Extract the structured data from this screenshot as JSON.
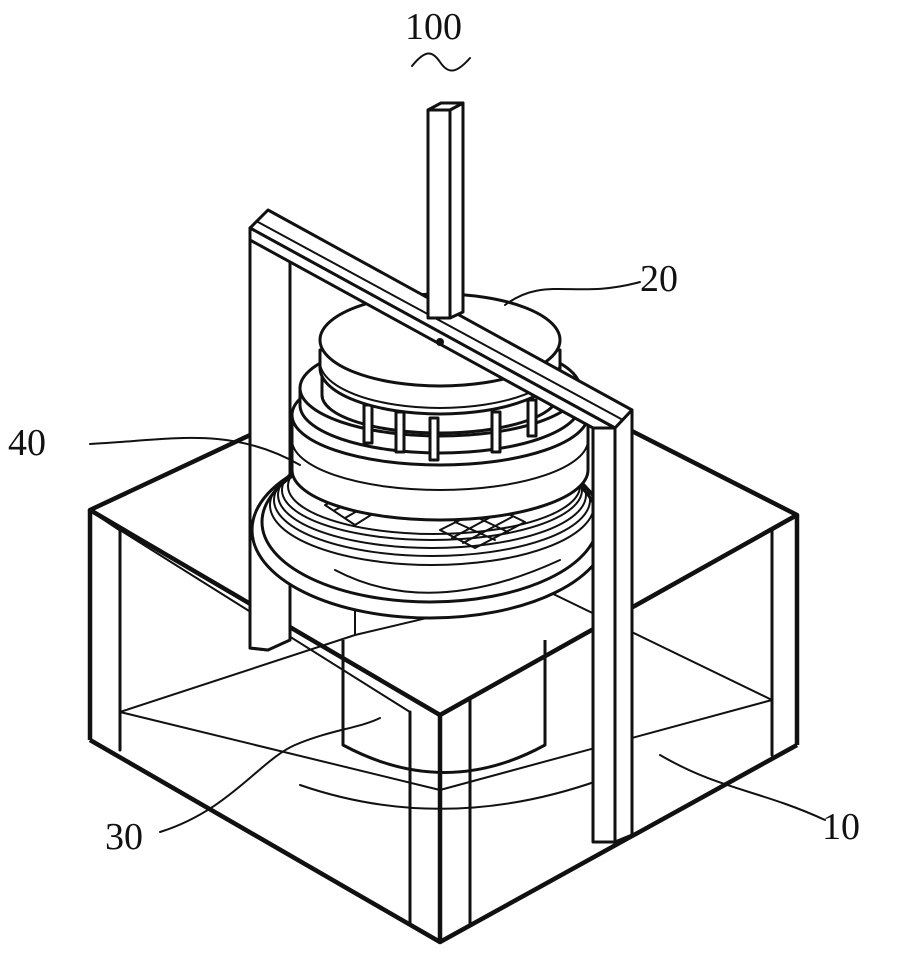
{
  "figure": {
    "labels": {
      "device": "100",
      "upper_disc": "20",
      "side_ring": "40",
      "cylinder": "30",
      "base_frame": "10"
    }
  }
}
